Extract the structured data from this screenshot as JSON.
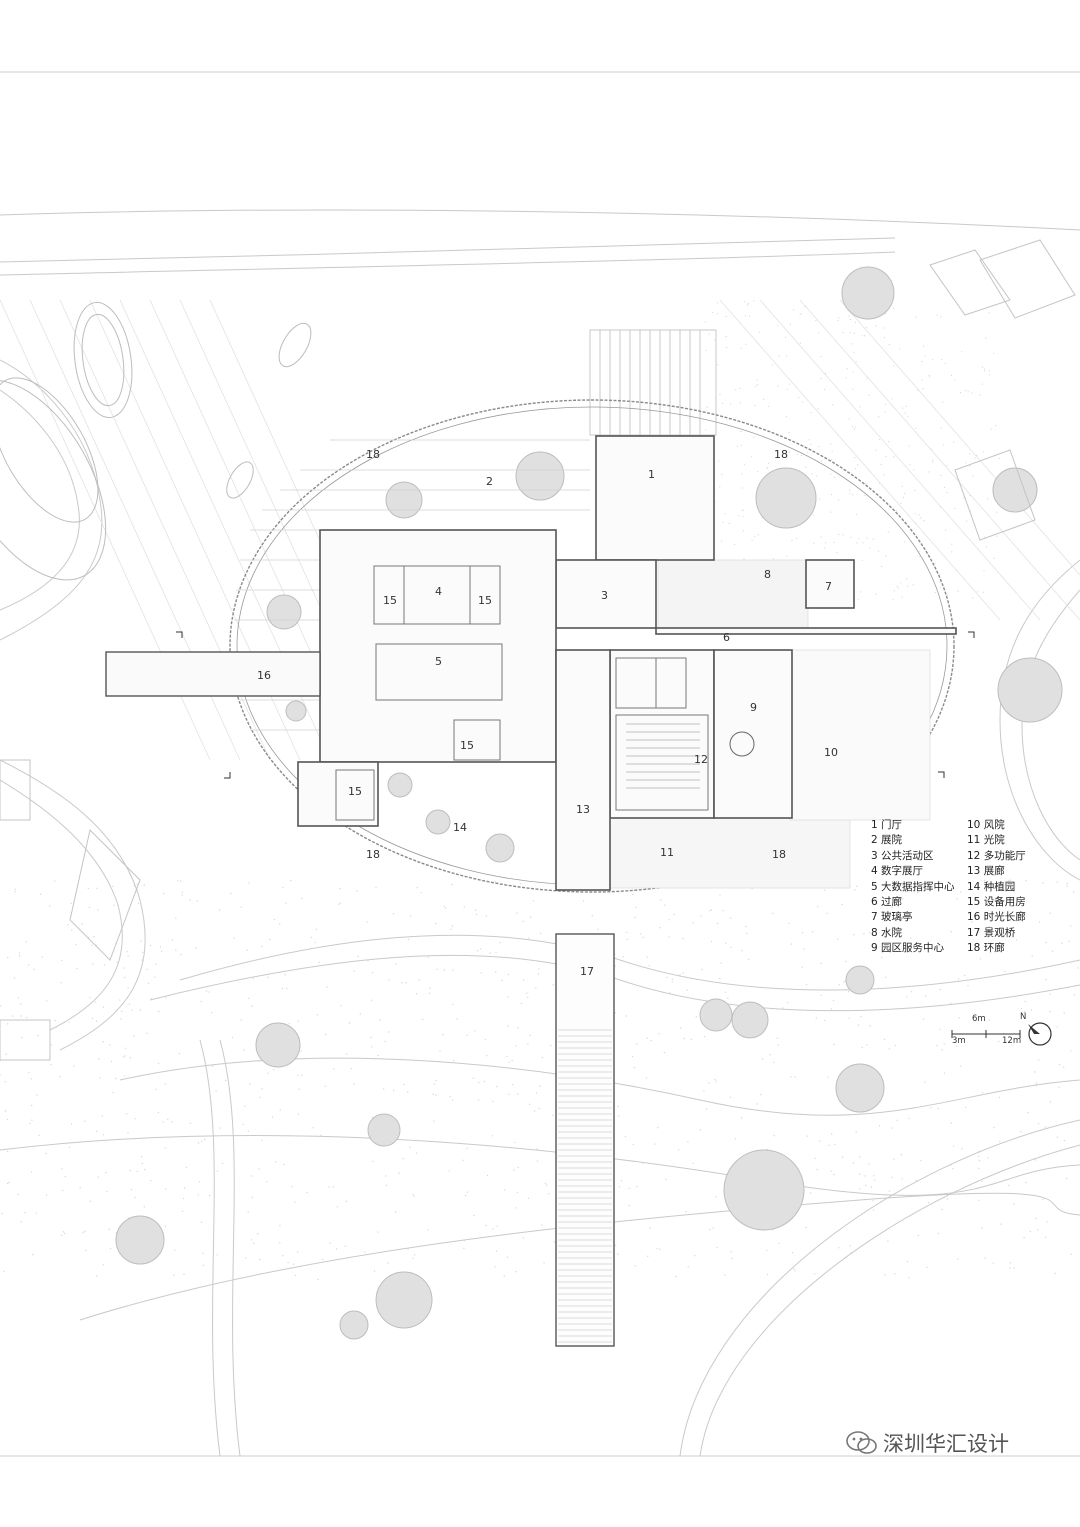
{
  "room_labels": {
    "1": "1",
    "2": "2",
    "3": "3",
    "4": "4",
    "5": "5",
    "6": "6",
    "7": "7",
    "8": "8",
    "9": "9",
    "10": "10",
    "11": "11",
    "12": "12",
    "13": "13",
    "14": "14",
    "15": "15",
    "16": "16",
    "17": "17",
    "18": "18"
  },
  "legend": {
    "col1": [
      "1 门厅",
      "2 展院",
      "3 公共活动区",
      "4 数字展厅",
      "5 大数据指挥中心",
      "6 过廊",
      "7 玻璃亭",
      "8 水院",
      "9 园区服务中心"
    ],
    "col2": [
      "10 风院",
      "11 光院",
      "12 多功能厅",
      "13 展廊",
      "14 种植园",
      "15 设备用房",
      "16 时光长廊",
      "17 景观桥",
      "18 环廊"
    ]
  },
  "scale": {
    "top_label": "6m",
    "left_label": "3m",
    "right_label": "12m",
    "north_label": "N"
  },
  "watermark": {
    "text": "深圳华汇设计",
    "icon": "wechat-icon"
  },
  "colors": {
    "line": "#9a9a9a",
    "dark_line": "#555555",
    "tree": "#bdbdbd",
    "background": "#ffffff"
  }
}
